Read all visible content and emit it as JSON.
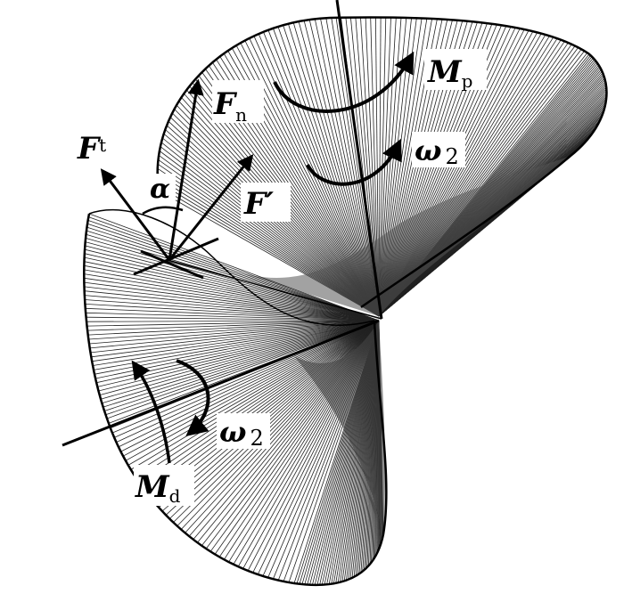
{
  "labels": {
    "moment_p": {
      "symbol": "M",
      "subscript": "p"
    },
    "force_n": {
      "symbol": "F",
      "subscript": "n"
    },
    "force_t": {
      "symbol": "F",
      "subscript": "t"
    },
    "force_prime": {
      "symbol": "F′"
    },
    "angle_alpha": {
      "symbol": "α"
    },
    "omega_upper": {
      "symbol": "ω",
      "subscript": "2"
    },
    "omega_lower": {
      "symbol": "ω",
      "subscript": "2"
    },
    "moment_d": {
      "symbol": "M",
      "subscript": "d"
    }
  },
  "colors": {
    "ink": "#000000",
    "background": "#ffffff",
    "shade_dark": "#4a4a4a",
    "shade_mid": "#8c8c8c"
  }
}
